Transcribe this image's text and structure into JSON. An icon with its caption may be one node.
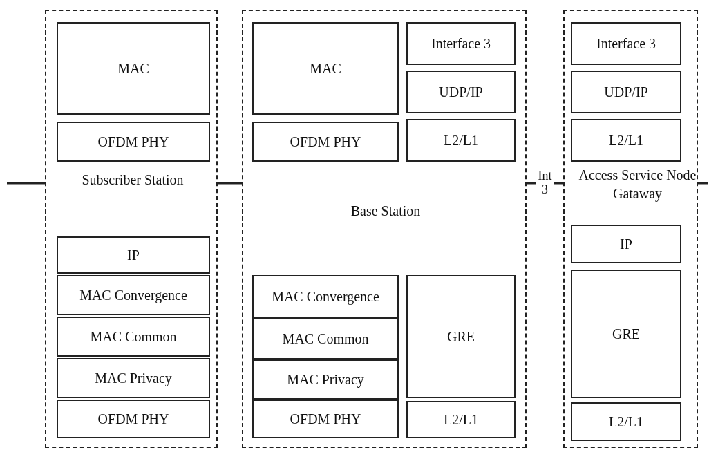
{
  "diagram": {
    "nodes": [
      {
        "text": [
          "Subscriber Station"
        ]
      },
      {
        "text": [
          "MAC"
        ],
        "in": 0
      },
      {
        "text": [
          "OFDM PHY"
        ],
        "in": 0
      },
      {
        "text": [
          "IP"
        ],
        "in": 0
      },
      {
        "text": [
          "MAC Convergence"
        ],
        "in": 0
      },
      {
        "text": [
          "MAC Common"
        ],
        "in": 0
      },
      {
        "text": [
          "MAC Privacy"
        ],
        "in": 0
      },
      {
        "text": [
          "OFDM PHY"
        ],
        "in": 0
      },
      {
        "text": [
          "Base Station"
        ]
      },
      {
        "text": [
          "MAC"
        ],
        "in": 8
      },
      {
        "text": [
          "Interface 3"
        ],
        "in": 8
      },
      {
        "text": [
          "UDP/IP"
        ],
        "in": 8
      },
      {
        "text": [
          "OFDM PHY"
        ],
        "in": 8
      },
      {
        "text": [
          "L2/L1"
        ],
        "in": 8
      },
      {
        "text": [
          "MAC Convergence"
        ],
        "in": 8
      },
      {
        "text": [
          "MAC Common"
        ],
        "in": 8
      },
      {
        "text": [
          "MAC Privacy"
        ],
        "in": 8
      },
      {
        "text": [
          "OFDM PHY"
        ],
        "in": 8
      },
      {
        "text": [
          "GRE"
        ],
        "in": 8
      },
      {
        "text": [
          "L2/L1"
        ],
        "in": 8
      },
      {
        "text": [
          "Access Service Node Gataway"
        ]
      },
      {
        "text": [
          "Interface 3"
        ],
        "in": 20
      },
      {
        "text": [
          "UDP/IP"
        ],
        "in": 20
      },
      {
        "text": [
          "L2/L1"
        ],
        "in": 20
      },
      {
        "text": [
          "IP"
        ],
        "in": 20
      },
      {
        "text": [
          "GRE"
        ],
        "in": 20
      },
      {
        "text": [
          "L2/L1"
        ],
        "in": 20
      }
    ],
    "edges": [
      {
        "from": null,
        "to": 0,
        "arrow": "none"
      },
      {
        "from": 0,
        "to": 8,
        "arrow": "none"
      },
      {
        "from": 8,
        "to": 20,
        "arrow": "none",
        "label": "Int 3"
      },
      {
        "from": 20,
        "to": null,
        "arrow": "none"
      }
    ]
  }
}
